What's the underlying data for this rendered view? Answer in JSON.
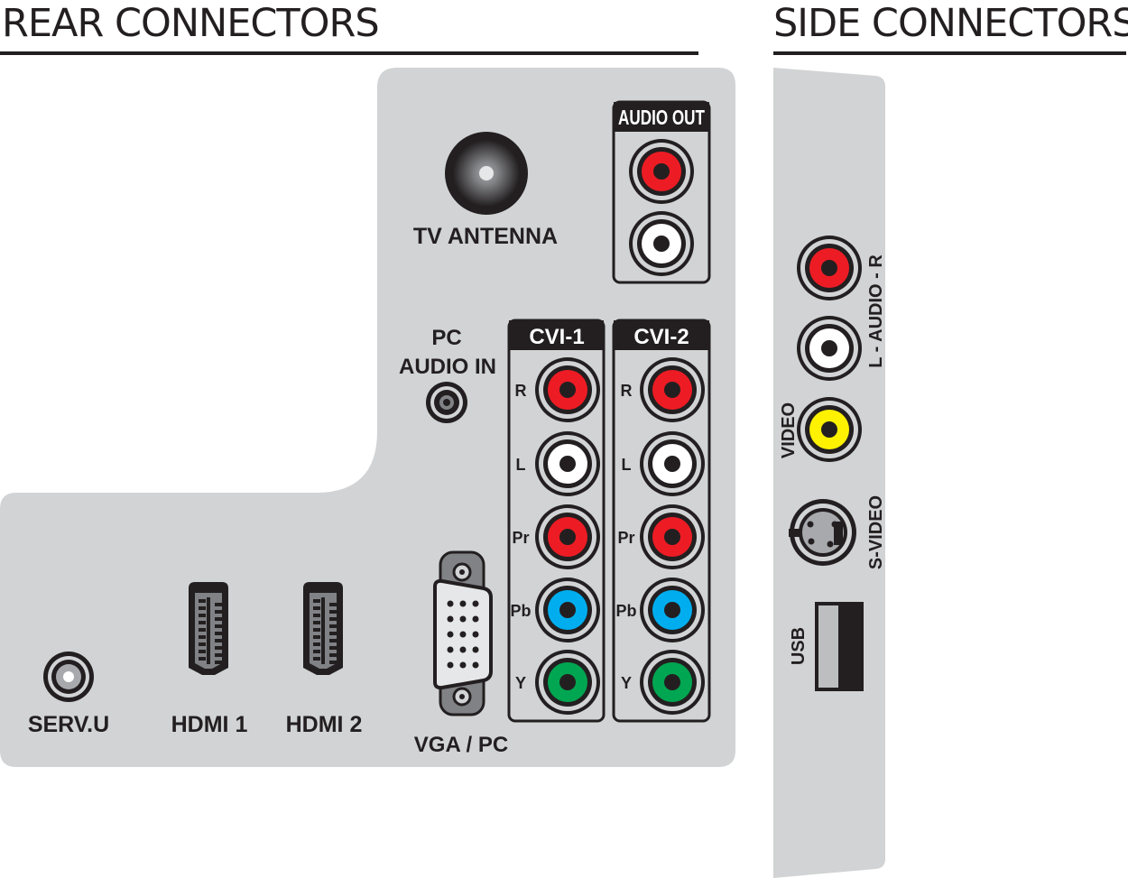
{
  "headings": {
    "rear": "REAR CONNECTORS",
    "side": "SIDE CONNECTORS"
  },
  "colors": {
    "panel": "#d1d3d4",
    "ink": "#231f20",
    "red": "#ed1c24",
    "white": "#ffffff",
    "yellow": "#fff200",
    "blue": "#00aeef",
    "green": "#00a651"
  },
  "rear": {
    "tv_antenna": "TV ANTENNA",
    "audio_out": {
      "title": "AUDIO OUT"
    },
    "pc_audio_in": {
      "line1": "PC",
      "line2": "AUDIO IN"
    },
    "cvi1": {
      "title": "CVI-1",
      "labels": [
        "R",
        "L",
        "Pr",
        "Pb",
        "Y"
      ]
    },
    "cvi2": {
      "title": "CVI-2",
      "labels": [
        "R",
        "L",
        "Pr",
        "Pb",
        "Y"
      ]
    },
    "serv_u": "SERV.U",
    "hdmi1": "HDMI 1",
    "hdmi2": "HDMI 2",
    "vga": "VGA / PC"
  },
  "side": {
    "audio": "L - AUDIO - R",
    "video": "VIDEO",
    "svideo": "S-VIDEO",
    "usb": "USB"
  }
}
